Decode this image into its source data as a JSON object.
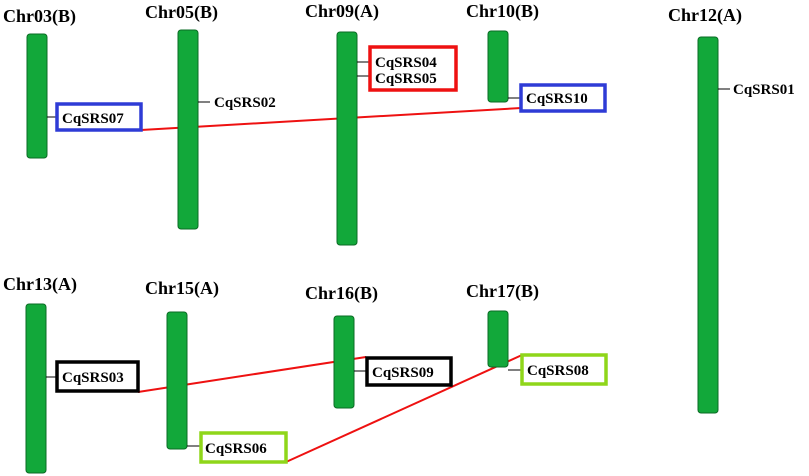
{
  "colors": {
    "chromosome": "#12a83a",
    "link": "#ee1111",
    "blue_box": "#2e3bd6",
    "red_box": "#ee1111",
    "black_box": "#000000",
    "green_box": "#8fd61a"
  },
  "chromosomes": [
    {
      "id": "chr03",
      "label": "Chr03(B)"
    },
    {
      "id": "chr05",
      "label": "Chr05(B)"
    },
    {
      "id": "chr09",
      "label": "Chr09(A)"
    },
    {
      "id": "chr10",
      "label": "Chr10(B)"
    },
    {
      "id": "chr12",
      "label": "Chr12(A)"
    },
    {
      "id": "chr13",
      "label": "Chr13(A)"
    },
    {
      "id": "chr15",
      "label": "Chr15(A)"
    },
    {
      "id": "chr16",
      "label": "Chr16(B)"
    },
    {
      "id": "chr17",
      "label": "Chr17(B)"
    }
  ],
  "genes": [
    {
      "id": "g07",
      "label": "CqSRS07",
      "chromosome": "Chr03(B)",
      "box_color": "#2e3bd6"
    },
    {
      "id": "g02",
      "label": "CqSRS02",
      "chromosome": "Chr05(B)",
      "box_color": null
    },
    {
      "id": "g04",
      "label": "CqSRS04",
      "chromosome": "Chr09(A)",
      "box_color": "#ee1111"
    },
    {
      "id": "g05",
      "label": "CqSRS05",
      "chromosome": "Chr09(A)",
      "box_color": "#ee1111"
    },
    {
      "id": "g10",
      "label": "CqSRS10",
      "chromosome": "Chr10(B)",
      "box_color": "#2e3bd6"
    },
    {
      "id": "g01",
      "label": "CqSRS01",
      "chromosome": "Chr12(A)",
      "box_color": null
    },
    {
      "id": "g03",
      "label": "CqSRS03",
      "chromosome": "Chr13(A)",
      "box_color": "#000000"
    },
    {
      "id": "g09",
      "label": "CqSRS09",
      "chromosome": "Chr16(B)",
      "box_color": "#000000"
    },
    {
      "id": "g06",
      "label": "CqSRS06",
      "chromosome": "Chr15(A)",
      "box_color": "#8fd61a"
    },
    {
      "id": "g08",
      "label": "CqSRS08",
      "chromosome": "Chr17(B)",
      "box_color": "#8fd61a"
    }
  ],
  "links": [
    {
      "from": "CqSRS07",
      "to": "CqSRS10"
    },
    {
      "from": "CqSRS03",
      "to": "CqSRS09"
    },
    {
      "from": "CqSRS06",
      "to": "CqSRS08"
    }
  ]
}
